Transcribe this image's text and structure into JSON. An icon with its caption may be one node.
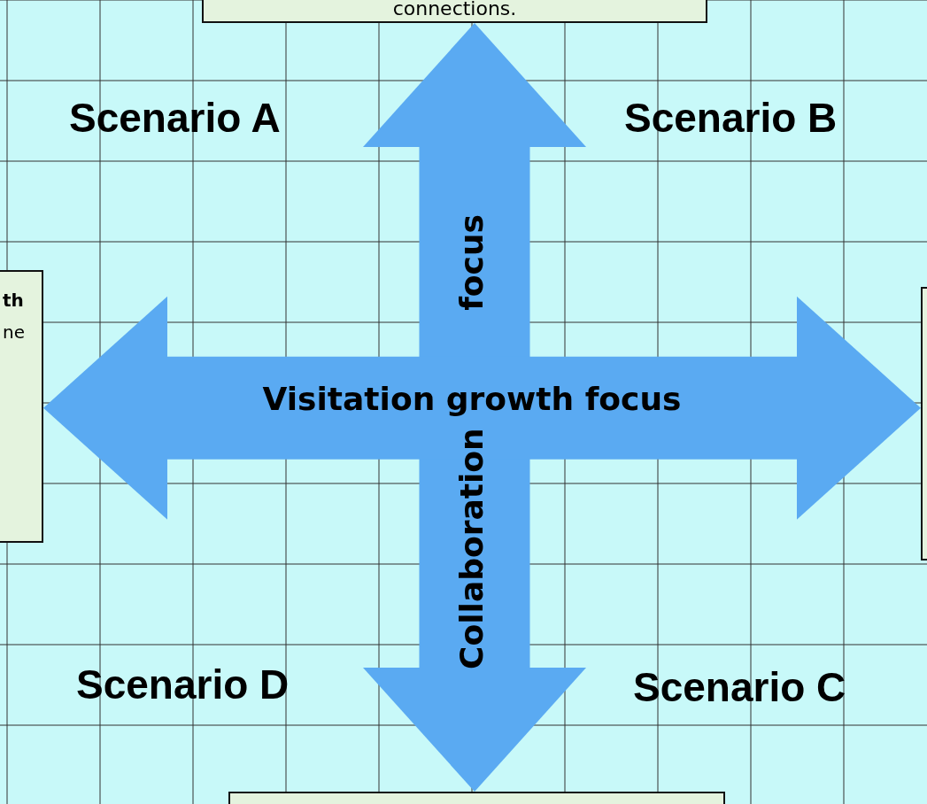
{
  "diagram": {
    "nodes": [
      {
        "text": [
          "connections."
        ]
      },
      {
        "text": [
          "th",
          "ne"
        ]
      },
      {
        "text": [],
        "shape": "box"
      },
      {
        "text": [],
        "shape": "box"
      }
    ],
    "edges": [
      {
        "from": 0,
        "to": 3,
        "arrow": "both",
        "label": "Collaboration focus"
      },
      {
        "from": 1,
        "to": 2,
        "arrow": "both",
        "label": "Visitation growth focus"
      }
    ],
    "labels": [
      "Scenario A",
      "Scenario B",
      "Scenario D",
      "Scenario C"
    ]
  }
}
